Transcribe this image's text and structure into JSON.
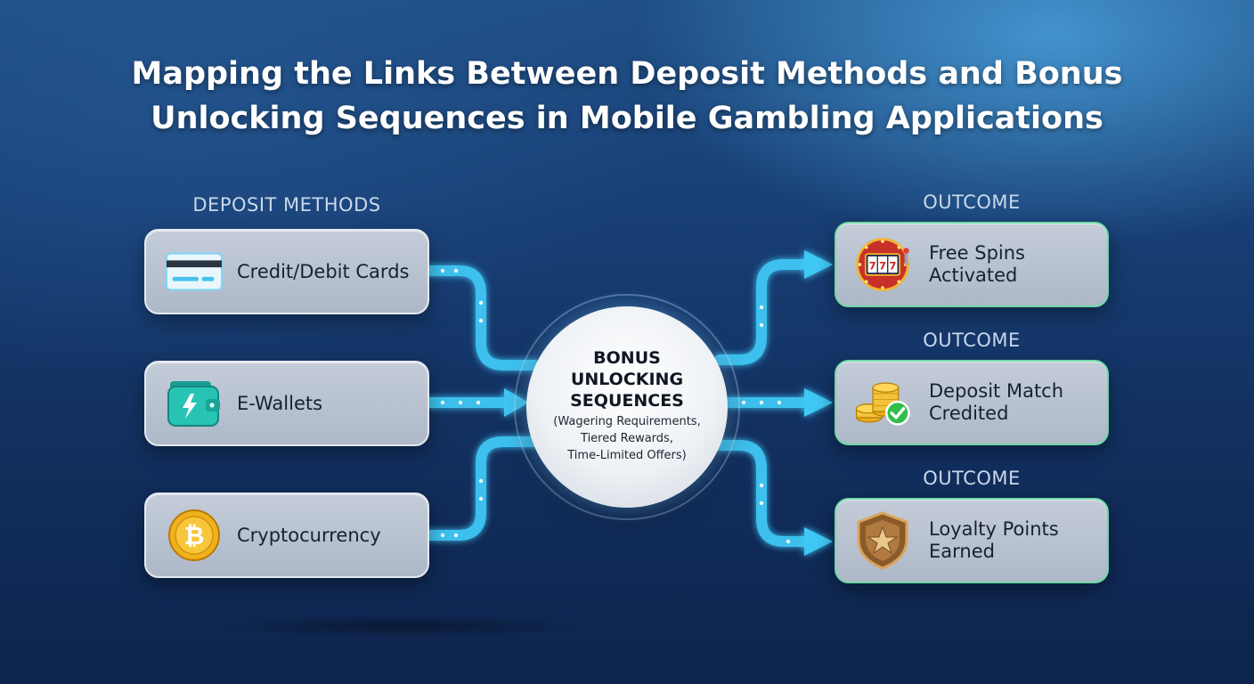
{
  "title": {
    "line1": "Mapping the Links Between Deposit Methods and Bonus",
    "line2": "Unlocking Sequences in Mobile Gambling Applications"
  },
  "left_column": {
    "label": "DEPOSIT METHODS",
    "items": [
      {
        "label": "Credit/Debit Cards",
        "icon": "credit-card-icon"
      },
      {
        "label": "E-Wallets",
        "icon": "wallet-icon"
      },
      {
        "label": "Cryptocurrency",
        "icon": "bitcoin-icon"
      }
    ]
  },
  "hub": {
    "title_line1": "BONUS",
    "title_line2": "UNLOCKING",
    "title_line3": "SEQUENCES",
    "sub_line1": "(Wagering Requirements,",
    "sub_line2": "Tiered Rewards,",
    "sub_line3": "Time-Limited Offers)"
  },
  "outcomes": [
    {
      "header": "OUTCOME",
      "line1": "Free Spins",
      "line2": "Activated",
      "icon": "slot-machine-icon"
    },
    {
      "header": "OUTCOME",
      "line1": "Deposit Match",
      "line2": "Credited",
      "icon": "coins-check-icon"
    },
    {
      "header": "OUTCOME",
      "line1": "Loyalty Points",
      "line2": "Earned",
      "icon": "shield-star-icon"
    }
  ],
  "colors": {
    "flow": "#3fc8f5",
    "outcome_border": "#6fd9a6",
    "card_bg": "#b9c2d1",
    "title": "#ffffff"
  }
}
